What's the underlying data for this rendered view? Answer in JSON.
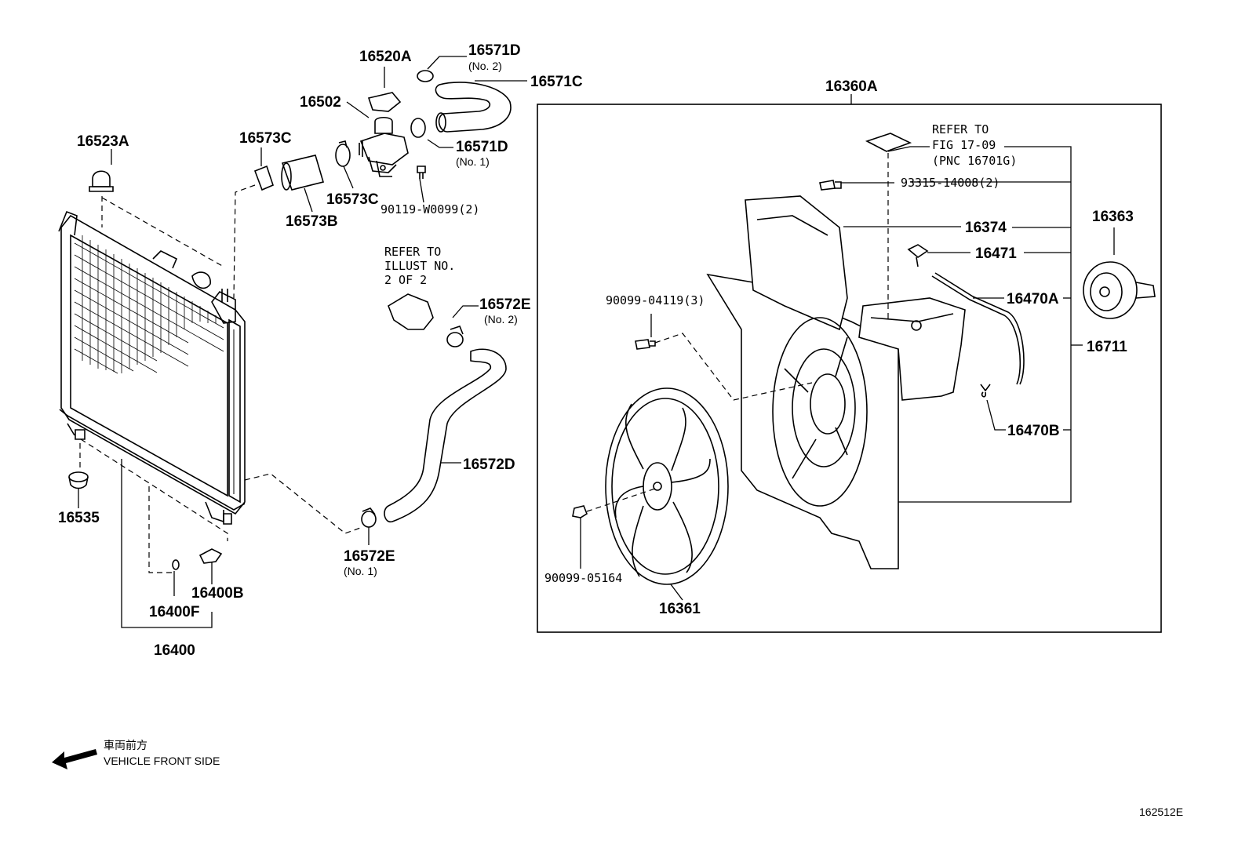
{
  "labels": {
    "p16523A": "16523A",
    "p16520A": "16520A",
    "p16571D_top": "16571D",
    "p16571D_top_sub": "(No. 2)",
    "p16571C": "16571C",
    "p16502": "16502",
    "p16571D_mid": "16571D",
    "p16571D_mid_sub": "(No. 1)",
    "p16573C_top": "16573C",
    "p16573C_bot": "16573C",
    "p16573B": "16573B",
    "p90119": "90119-W0099(2)",
    "refer_illust": [
      "REFER TO",
      "ILLUST NO.",
      "2 OF 2"
    ],
    "p16572E_top": "16572E",
    "p16572E_top_sub": "(No. 2)",
    "p16572D": "16572D",
    "p16572E_bot": "16572E",
    "p16572E_bot_sub": "(No. 1)",
    "p16535": "16535",
    "p16400B": "16400B",
    "p16400F": "16400F",
    "p16400": "16400",
    "p16360A": "16360A",
    "refer_fig": [
      "REFER TO",
      "FIG 17-09",
      "(PNC 16701G)"
    ],
    "p93315": "93315-14008(2)",
    "p16374": "16374",
    "p16471": "16471",
    "p16470A": "16470A",
    "p16711": "16711",
    "p16470B": "16470B",
    "p16363": "16363",
    "p90099_04119": "90099-04119(3)",
    "p90099_05164": "90099-05164",
    "p16361": "16361"
  },
  "direction": {
    "jp": "車両前方",
    "en": "VEHICLE FRONT SIDE"
  },
  "figure_id": "162512E"
}
